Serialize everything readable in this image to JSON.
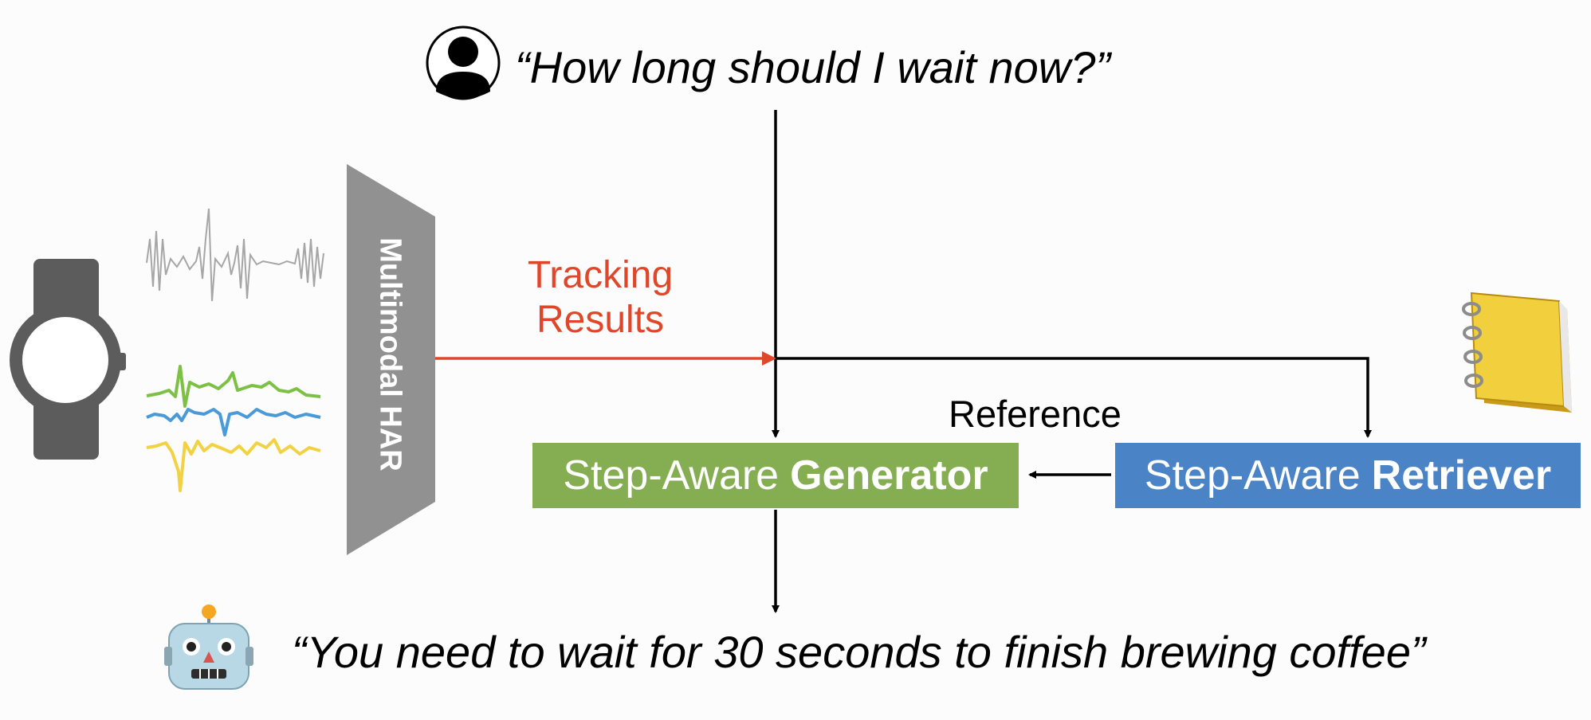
{
  "user_query": "“How long should I wait now?”",
  "har_module": {
    "label": "Multimodal HAR"
  },
  "tracking": {
    "line1": "Tracking",
    "line2": "Results"
  },
  "reference_label": "Reference",
  "generator": {
    "prefix": "Step-Aware",
    "name": "Generator"
  },
  "retriever": {
    "prefix": "Step-Aware",
    "name": "Retriever"
  },
  "robot_response": "“You need to wait for 30 seconds to finish brewing coffee”",
  "colors": {
    "tracking_red": "#e0472a",
    "generator_green": "#85ad51",
    "retriever_blue": "#4a83c6",
    "har_gray": "#919191",
    "watch_gray": "#5c5c5c",
    "signal_green": "#7cc143",
    "signal_blue": "#4a9ad9",
    "signal_yellow": "#f2d243"
  },
  "icons": [
    "user-avatar-icon",
    "smartwatch-icon",
    "audio-waveform-icon",
    "imu-signal-icon",
    "notebook-icon",
    "robot-icon"
  ]
}
